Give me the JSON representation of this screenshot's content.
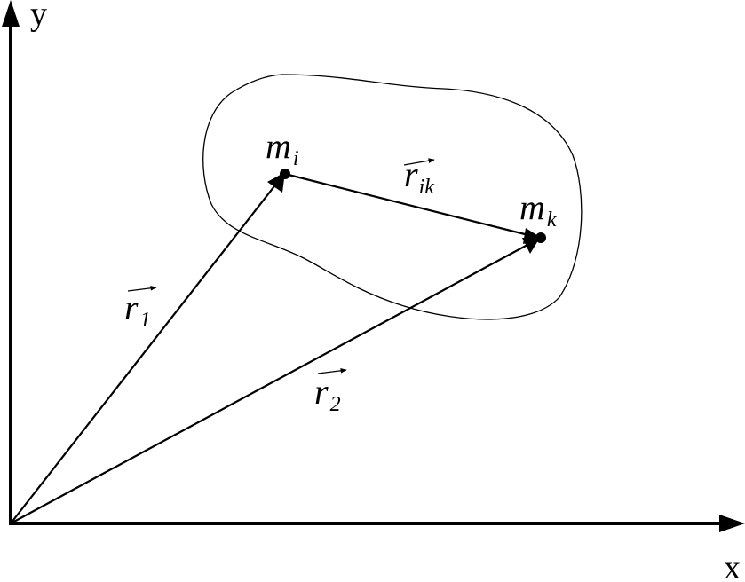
{
  "axes": {
    "x_label": "x",
    "y_label": "y"
  },
  "points": {
    "m_i": {
      "base": "m",
      "sub": "i"
    },
    "m_k": {
      "base": "m",
      "sub": "k"
    }
  },
  "vectors": {
    "r1": {
      "base": "r",
      "sub": "1"
    },
    "r2": {
      "base": "r",
      "sub": "2"
    },
    "rik": {
      "base": "r",
      "sub": "ik"
    }
  },
  "colors": {
    "stroke": "#000000",
    "background": "#ffffff"
  }
}
